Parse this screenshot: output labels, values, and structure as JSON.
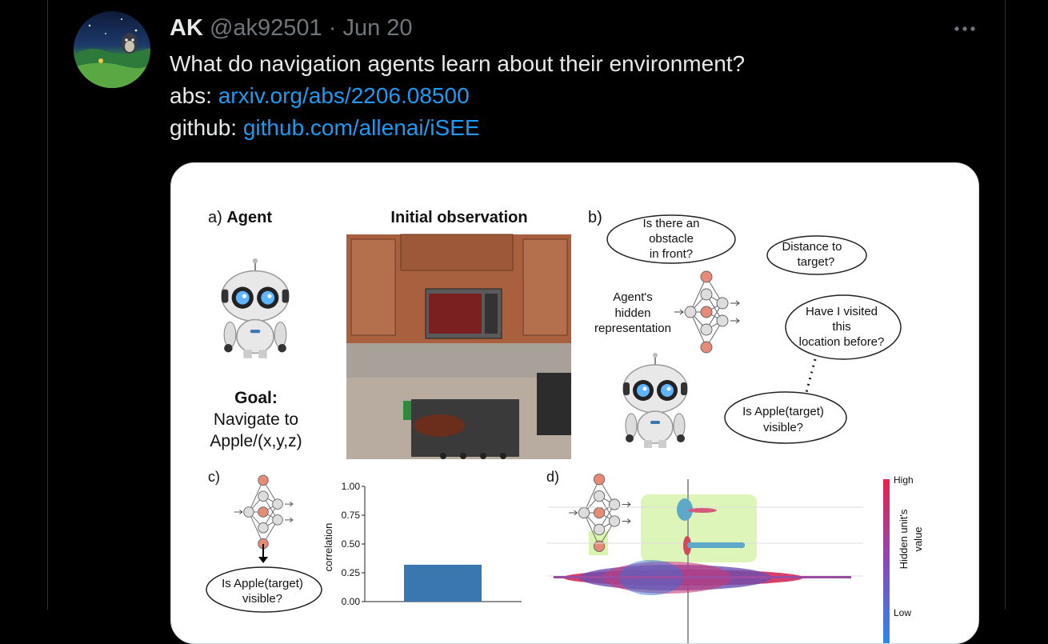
{
  "tweet": {
    "author_name": "AK",
    "handle": "@ak92501",
    "separator": "·",
    "date": "Jun 20",
    "more_icon": "more-horizontal-icon",
    "text_line1": "What do navigation agents learn about their environment?",
    "abs_label": "abs:",
    "abs_link": "arxiv.org/abs/2206.08500",
    "github_label": "github:",
    "github_link": "github.com/allenai/iSEE"
  },
  "colors": {
    "background": "#000000",
    "text": "#e7e9ea",
    "muted": "#71767b",
    "link": "#1d9bf0",
    "bar": "#3a76af"
  },
  "figure": {
    "a_label": "a)",
    "a_title": "Agent",
    "initial_observation": "Initial observation",
    "goal_title": "Goal:",
    "goal_line1": "Navigate to",
    "goal_line2": "Apple/(x,y,z)",
    "b_label": "b)",
    "cloud_obstacle": [
      "Is there an",
      "obstacle",
      "in front?"
    ],
    "cloud_distance": [
      "Distance to",
      "target?"
    ],
    "agent_hidden": [
      "Agent's",
      "hidden",
      "representation"
    ],
    "cloud_visited": [
      "Have I visited",
      "this",
      "location before?"
    ],
    "cloud_apple_b": [
      "Is Apple(target)",
      "visible?"
    ],
    "c_label": "c)",
    "cloud_apple_c": [
      "Is Apple(target)",
      "visible?"
    ],
    "d_label": "d)",
    "colorbar_high": "High",
    "colorbar_low": "Low",
    "colorbar_title": [
      "Hidden unit's",
      "value"
    ]
  },
  "chart_data": {
    "type": "bar",
    "categories": [
      ""
    ],
    "values": [
      0.32
    ],
    "title": "",
    "xlabel": "",
    "ylabel": "correlation",
    "ylim": [
      0,
      1.0
    ],
    "yticks": [
      "0.00",
      "0.25",
      "0.50",
      "0.75",
      "1.00"
    ],
    "bar_color": "#3a76af"
  }
}
